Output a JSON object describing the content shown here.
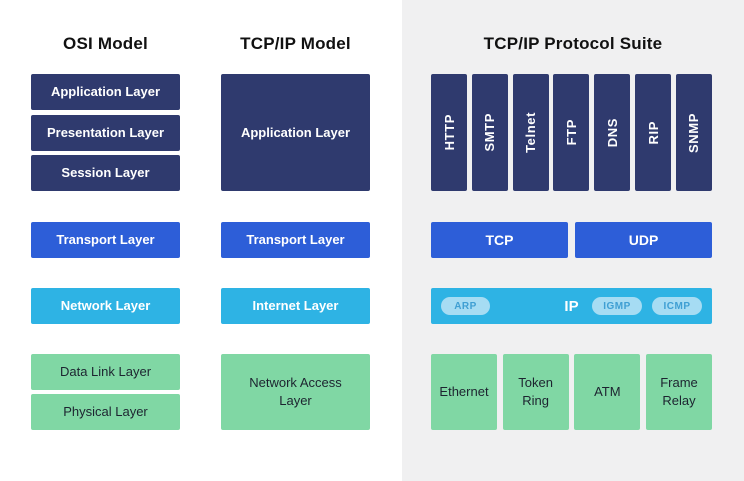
{
  "osi_model": {
    "title": "OSI Model",
    "layers": [
      "Application Layer",
      "Presentation Layer",
      "Session Layer",
      "Transport Layer",
      "Network Layer",
      "Data Link Layer",
      "Physical Layer"
    ]
  },
  "tcpip_model": {
    "title": "TCP/IP Model",
    "layers": [
      "Application Layer",
      "Transport Layer",
      "Internet Layer",
      "Network Access Layer"
    ]
  },
  "protocol_suite": {
    "title": "TCP/IP Protocol Suite",
    "application_protocols": [
      "HTTP",
      "SMTP",
      "Telnet",
      "FTP",
      "DNS",
      "RIP",
      "SNMP"
    ],
    "transport_protocols": [
      "TCP",
      "UDP"
    ],
    "internet_layer": {
      "main_protocol": "IP",
      "support_protocols": [
        "ARP",
        "IGMP",
        "ICMP"
      ]
    },
    "network_technologies": [
      "Ethernet",
      "Token Ring",
      "ATM",
      "Frame Relay"
    ]
  },
  "colors": {
    "navy": "#2f3a6e",
    "royal_blue": "#2d5ed8",
    "cyan": "#2eb3e4",
    "green": "#80d7a4",
    "pill_bg": "#a6dcf3",
    "pill_text": "#3f9fd3",
    "panel_bg": "#f0f0f1",
    "dark_text": "#1d2430"
  }
}
